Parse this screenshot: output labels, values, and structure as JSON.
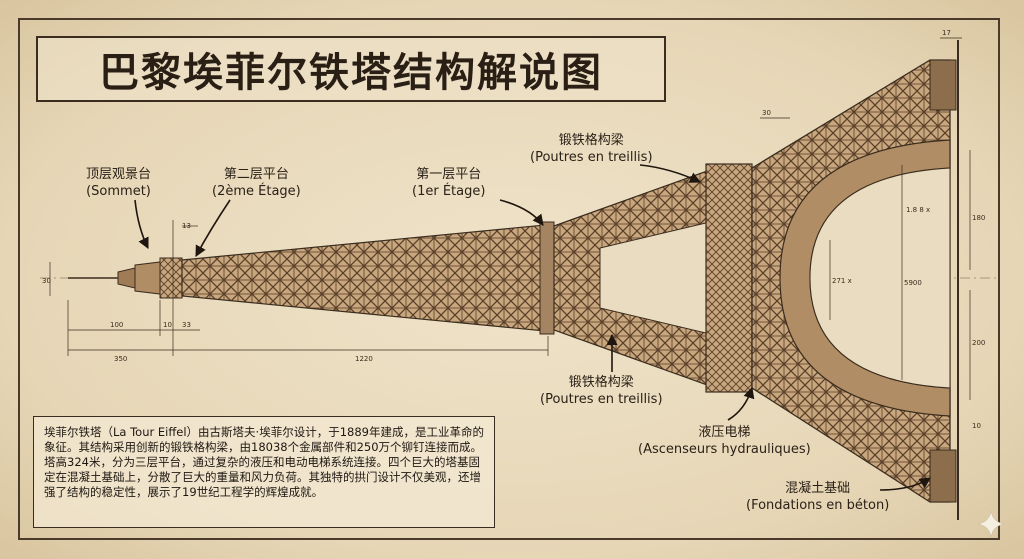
{
  "title": "巴黎埃菲尔铁塔结构解说图",
  "labels": {
    "sommet": {
      "zh": "顶层观景台",
      "fr": "(Sommet)"
    },
    "etage2": {
      "zh": "第二层平台",
      "fr": "(2ème Étage)"
    },
    "etage1": {
      "zh": "第一层平台",
      "fr": "(1er Étage)"
    },
    "poutres_top": {
      "zh": "锻铁格构梁",
      "fr": "(Poutres en treillis)"
    },
    "poutres_bottom": {
      "zh": "锻铁格构梁",
      "fr": "(Poutres en treillis)"
    },
    "ascenseurs": {
      "zh": "液压电梯",
      "fr": "(Ascenseurs hydrauliques)"
    },
    "fondations": {
      "zh": "混凝土基础",
      "fr": "(Fondations en béton)"
    }
  },
  "dimensions": {
    "d100": "100",
    "d10": "10",
    "d33": "33",
    "d13": "13",
    "d350": "350",
    "d1220": "1220",
    "d30": "30",
    "d30b": "30",
    "d17": "17",
    "d180": "180",
    "d200": "200",
    "d5900": "5900",
    "d271": "271 x",
    "d10b": "10",
    "d188": "1.8 8 x"
  },
  "description": "埃菲尔铁塔（La Tour Eiffel）由古斯塔夫·埃菲尔设计，于1889年建成，是工业革命的象征。其结构采用创新的锻铁格构梁，由18038个金属部件和250万个铆钉连接而成。塔高324米，分为三层平台，通过复杂的液压和电动电梯系统连接。四个巨大的塔基固定在混凝土基础上，分散了巨大的重量和风力负荷。其独特的拱门设计不仅美观，还增强了结构的稳定性，展示了19世纪工程学的辉煌成就。",
  "colors": {
    "ink": "#3a2c1e",
    "paper": "#e9dcc0",
    "iron": "#6b4f35"
  }
}
